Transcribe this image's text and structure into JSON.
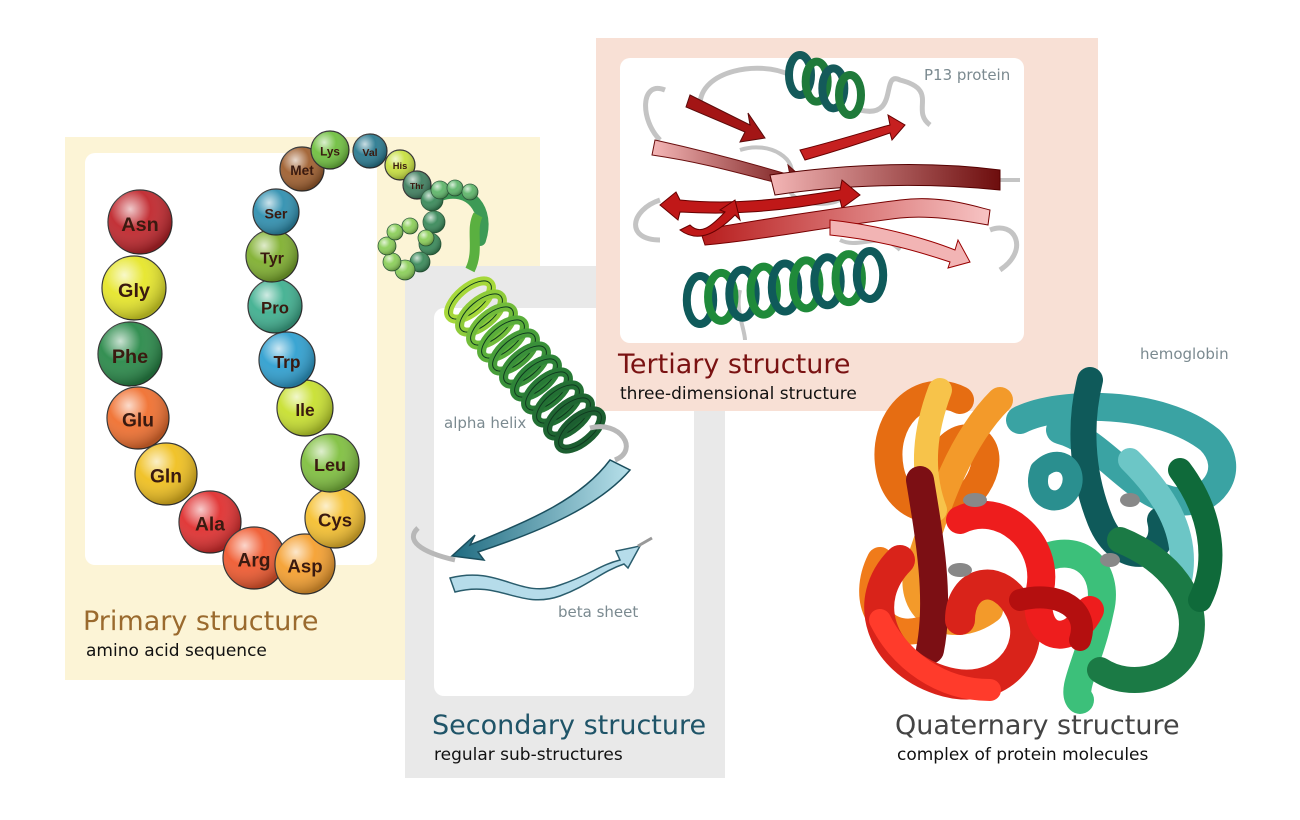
{
  "primary": {
    "title": "Primary structure",
    "subtitle": "amino acid sequence",
    "amino_acids": [
      {
        "label": "Asn",
        "color": "#c0272d"
      },
      {
        "label": "Gly",
        "color": "#e6e62a"
      },
      {
        "label": "Phe",
        "color": "#2a8a4a"
      },
      {
        "label": "Glu",
        "color": "#f07030"
      },
      {
        "label": "Gln",
        "color": "#f0c020"
      },
      {
        "label": "Ala",
        "color": "#e03030"
      },
      {
        "label": "Arg",
        "color": "#f05a30"
      },
      {
        "label": "Asp",
        "color": "#f5a030"
      },
      {
        "label": "Cys",
        "color": "#f5c030"
      },
      {
        "label": "Leu",
        "color": "#80c040"
      },
      {
        "label": "Ile",
        "color": "#c8e030"
      },
      {
        "label": "Trp",
        "color": "#30a0d0"
      },
      {
        "label": "Pro",
        "color": "#40b090"
      },
      {
        "label": "Tyr",
        "color": "#80b030"
      },
      {
        "label": "Ser",
        "color": "#3090b0"
      },
      {
        "label": "Met",
        "color": "#a06030"
      },
      {
        "label": "Lys",
        "color": "#70c040"
      },
      {
        "label": "Val",
        "color": "#2a7a90"
      },
      {
        "label": "His",
        "color": "#c8e040"
      },
      {
        "label": "Thr",
        "color": "#408060"
      }
    ]
  },
  "secondary": {
    "title": "Secondary structure",
    "subtitle": "regular sub-structures",
    "alpha_label": "alpha helix",
    "beta_label": "beta sheet"
  },
  "tertiary": {
    "title": "Tertiary structure",
    "subtitle": "three-dimensional structure",
    "protein_label": "P13 protein"
  },
  "quaternary": {
    "title": "Quaternary structure",
    "subtitle": "complex of protein molecules",
    "protein_label": "hemoglobin"
  },
  "colors": {
    "primary_panel": "#fcf4d6",
    "secondary_panel": "#e9e9e9",
    "tertiary_panel": "#f8e0d5",
    "primary_title": "#9a6a2e",
    "secondary_title": "#1f5468",
    "tertiary_title": "#7a1212",
    "quaternary_title": "#444444"
  }
}
